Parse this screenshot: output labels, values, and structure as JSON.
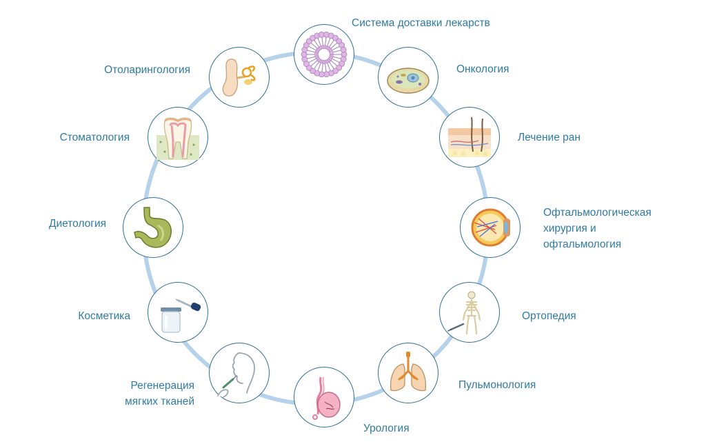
{
  "colors": {
    "ring": "#b5d2ea",
    "node_border": "#2f6f92",
    "label": "#2e7aa3"
  },
  "items": [
    {
      "id": "drug-delivery",
      "label": "Система доставки лекарств",
      "icon": "liposome-icon"
    },
    {
      "id": "oncology",
      "label": "Онкология",
      "icon": "cell-icon"
    },
    {
      "id": "wound-care",
      "label": "Лечение ран",
      "icon": "skin-icon"
    },
    {
      "id": "ophthalmology",
      "label": "Офтальмологическая\nхирургия и\nофтальмология",
      "icon": "eye-icon"
    },
    {
      "id": "orthopedics",
      "label": "Ортопедия",
      "icon": "skeleton-icon"
    },
    {
      "id": "pulmonology",
      "label": "Пульмонология",
      "icon": "lungs-icon"
    },
    {
      "id": "urology",
      "label": "Урология",
      "icon": "kidney-icon"
    },
    {
      "id": "soft-tissue",
      "label": "Регенерация\nмягких тканей",
      "icon": "face-injection-icon"
    },
    {
      "id": "cosmetics",
      "label": "Косметика",
      "icon": "jar-dropper-icon"
    },
    {
      "id": "dietology",
      "label": "Диетология",
      "icon": "stomach-icon"
    },
    {
      "id": "dentistry",
      "label": "Стоматология",
      "icon": "tooth-icon"
    },
    {
      "id": "otolaryngology",
      "label": "Отоларингология",
      "icon": "ear-icon"
    }
  ]
}
